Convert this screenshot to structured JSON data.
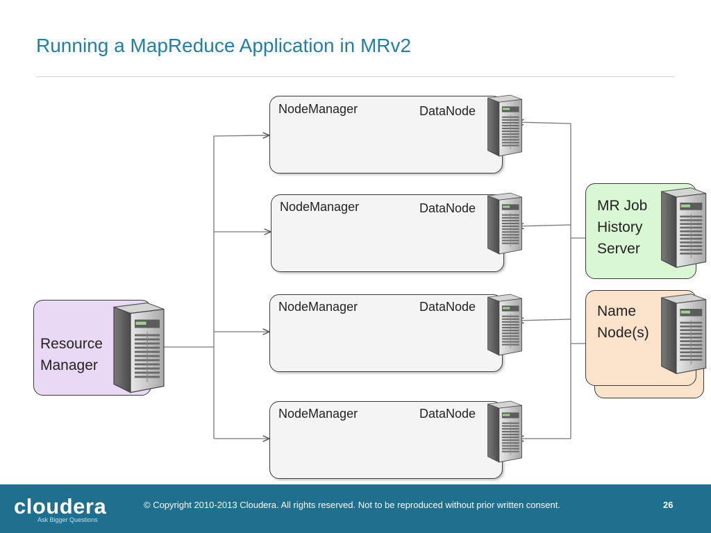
{
  "slide": {
    "title": "Running a MapReduce Application in MRv2"
  },
  "resource_manager": {
    "line1": "Resource",
    "line2": "Manager"
  },
  "worker_nodes": [
    {
      "nodemanager_label": "NodeManager",
      "datanode_label": "DataNode"
    },
    {
      "nodemanager_label": "NodeManager",
      "datanode_label": "DataNode"
    },
    {
      "nodemanager_label": "NodeManager",
      "datanode_label": "DataNode"
    },
    {
      "nodemanager_label": "NodeManager",
      "datanode_label": "DataNode"
    }
  ],
  "history_server": {
    "line1": "MR Job",
    "line2": "History",
    "line3": "Server"
  },
  "name_node": {
    "line1": "Name",
    "line2": "Node(s)"
  },
  "footer": {
    "logo": "cloudera",
    "tagline": "Ask Bigger Questions",
    "copyright": "© Copyright 2010-2013 Cloudera. All rights reserved. Not to be reproduced without prior written consent.",
    "page_number": "26"
  },
  "colors": {
    "title": "#1f7fa8",
    "footer_bg": "#1f6f8f",
    "resource_manager_fill": "#ead9f4",
    "history_server_fill": "#d9f7d2",
    "name_node_fill": "#fbe2cb",
    "worker_fill": "#f4f4f4"
  }
}
